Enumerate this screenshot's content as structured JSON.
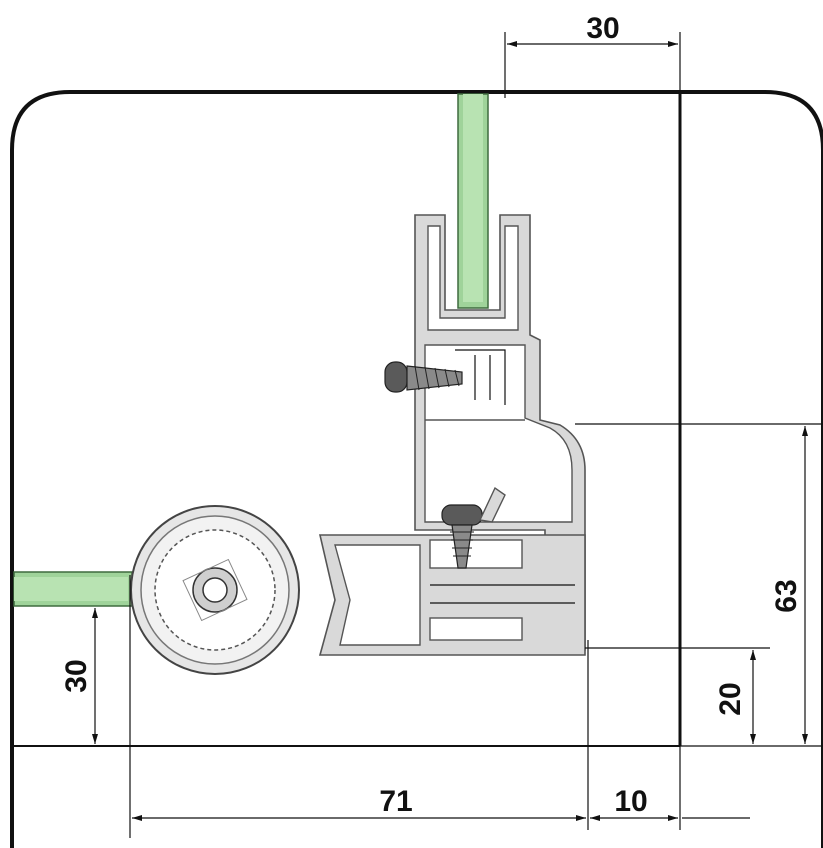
{
  "dimensions": {
    "top_width": "30",
    "right_height": "63",
    "right_small_height": "20",
    "left_height": "30",
    "bottom_width": "71",
    "bottom_small_width": "10"
  },
  "colors": {
    "glass": "#9fd39a",
    "glass_edge": "#3e6b3e",
    "profile": "#d9d9d9",
    "outline": "#111111"
  }
}
